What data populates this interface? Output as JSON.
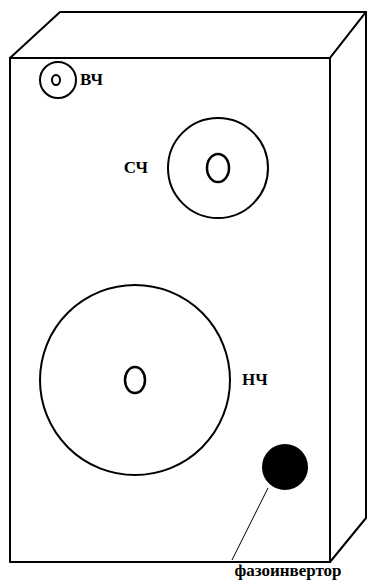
{
  "diagram": {
    "labels": [
      "ВЧ",
      "СЧ",
      "НЧ",
      "фазоинвертор"
    ]
  }
}
